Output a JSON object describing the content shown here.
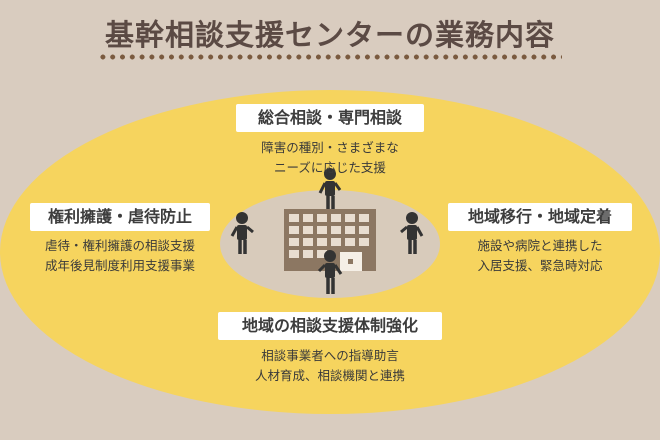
{
  "title": "基幹相談支援センターの業務内容",
  "colors": {
    "background": "#d9ccbf",
    "outer_ellipse": "#f6d45e",
    "inner_ellipse": "#d8cbbb",
    "title_text": "#5b4a44",
    "dots": "#7a5a3f",
    "building": "#8c7762",
    "person": "#333333"
  },
  "sections": {
    "top": {
      "label": "総合相談・専門相談",
      "lines": [
        "障害の種別・さまざまな",
        "ニーズに応じた支援"
      ]
    },
    "left": {
      "label": "権利擁護・虐待防止",
      "lines": [
        "虐待・権利擁護の相談支援",
        "成年後見制度利用支援事業"
      ]
    },
    "right": {
      "label": "地域移行・地域定着",
      "lines": [
        "施設や病院と連携した",
        "入居支援、緊急時対応"
      ]
    },
    "bottom": {
      "label": "地域の相談支援体制強化",
      "lines": [
        "相談事業者への指導助言",
        "人材育成、相談機関と連携"
      ]
    }
  },
  "icons": [
    "building-icon",
    "person-icon"
  ]
}
